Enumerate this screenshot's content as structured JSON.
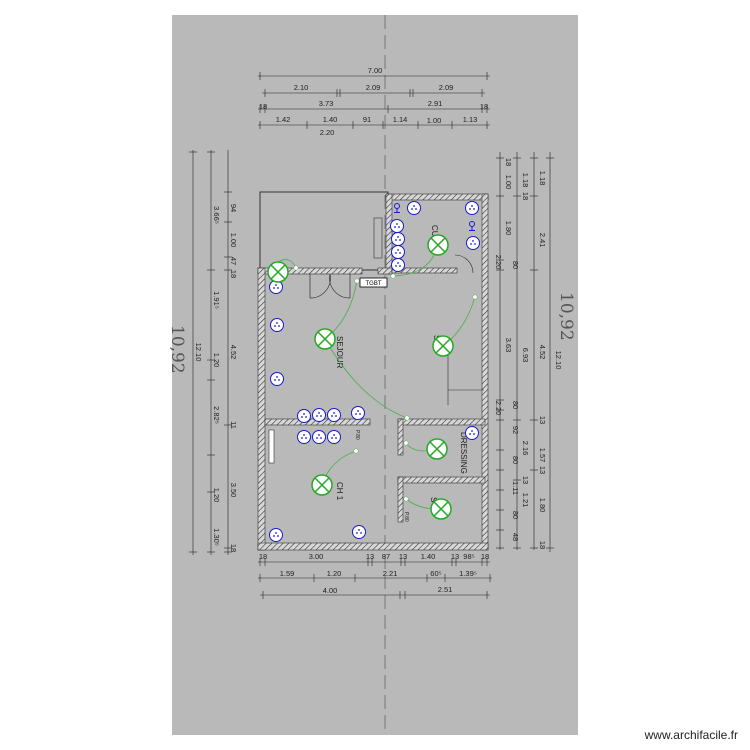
{
  "plan": {
    "rooms": {
      "sejour": "SEJOUR",
      "cuisine": "CU",
      "sdb": "S",
      "dressing": "DRESSING",
      "chambre": "CH 1",
      "wc": "S",
      "tgbt": "TGBT",
      "door_ch": "P.80",
      "door_wc": "P.80"
    },
    "handwritten": {
      "left": "10,92",
      "right": "10,92"
    },
    "dimensions": {
      "top": [
        "7.00",
        "2.10",
        "2.09",
        "2.09",
        "18",
        "3.73",
        "2.91",
        "18",
        "1.42",
        "1.40",
        "91",
        "1.14",
        "1.00",
        "1.13",
        "2.20"
      ],
      "bottom": [
        "18",
        "3.00",
        "13",
        "87",
        "13",
        "1.40",
        "13",
        "98⁵",
        "18",
        "1.59",
        "1.20",
        "2.21",
        "60⁵",
        "1.39⁵",
        "4.00",
        "2.51"
      ],
      "left": [
        "94",
        "1.00",
        "47",
        "18",
        "4.52",
        "11",
        "3.50",
        "18",
        "3.66⁵",
        "1.91⁵",
        "1.20",
        "2.82⁵",
        "1.20",
        "1.30⁵",
        "12.10"
      ],
      "right": [
        "18",
        "1.00",
        "1.80",
        "2.20",
        "80",
        "3.63",
        "80",
        "2.20",
        "92",
        "80",
        "1.11",
        "80",
        "48",
        "1.18",
        "18",
        "6.93",
        "2.16",
        "13",
        "1.21",
        "1.18",
        "2.41",
        "4.52",
        "13",
        "1.57",
        "13",
        "1.80",
        "18",
        "12.10"
      ]
    },
    "colors": {
      "paper": "#b9b9b9",
      "socket": "#1a1acc",
      "light": "#22aa22",
      "wire": "#4caf50",
      "wall": "#333333"
    }
  },
  "watermark": "www.archifacile.fr"
}
